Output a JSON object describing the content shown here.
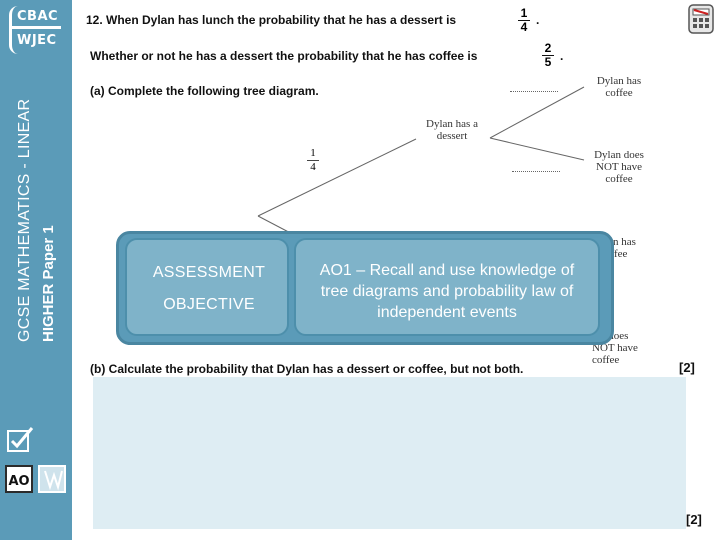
{
  "logo": {
    "line1": "CBAC",
    "line2": "WJEC"
  },
  "sidebar": {
    "course": "GCSE MATHEMATICS - LINEAR",
    "paper": "HIGHER Paper 1"
  },
  "question": {
    "line1_text": "12. When Dylan has lunch the probability that he has a dessert is",
    "dessert_num": "1",
    "dessert_den": "4",
    "line2_text": "Whether or not he has a dessert the probability that he has coffee is",
    "coffee_num": "2",
    "coffee_den": "5",
    "dot": ".",
    "part_a": "(a) Complete the following tree diagram.",
    "part_b": "(b) Calculate the probability that Dylan has a dessert or coffee, but not both.",
    "marks_a": "[2]",
    "marks_b": "[2]"
  },
  "tree": {
    "branch_num": "1",
    "branch_den": "4",
    "dessert": "Dylan has a\ndessert",
    "coffee_top": "Dylan has\ncoffee",
    "no_coffee_top": "Dylan does\nNOT have\ncoffee",
    "coffee_bottom": "lan has\noffee",
    "no_coffee_bottom": "lan does\nNOT have\ncoffee"
  },
  "overlay": {
    "title1": "ASSESSMENT",
    "title2": "OBJECTIVE",
    "text": "AO1 – Recall and use knowledge of tree diagrams and probability law of independent events"
  },
  "icons": [
    "calculator-icon",
    "checklist-icon",
    "ao-icon",
    "rule-icon"
  ]
}
